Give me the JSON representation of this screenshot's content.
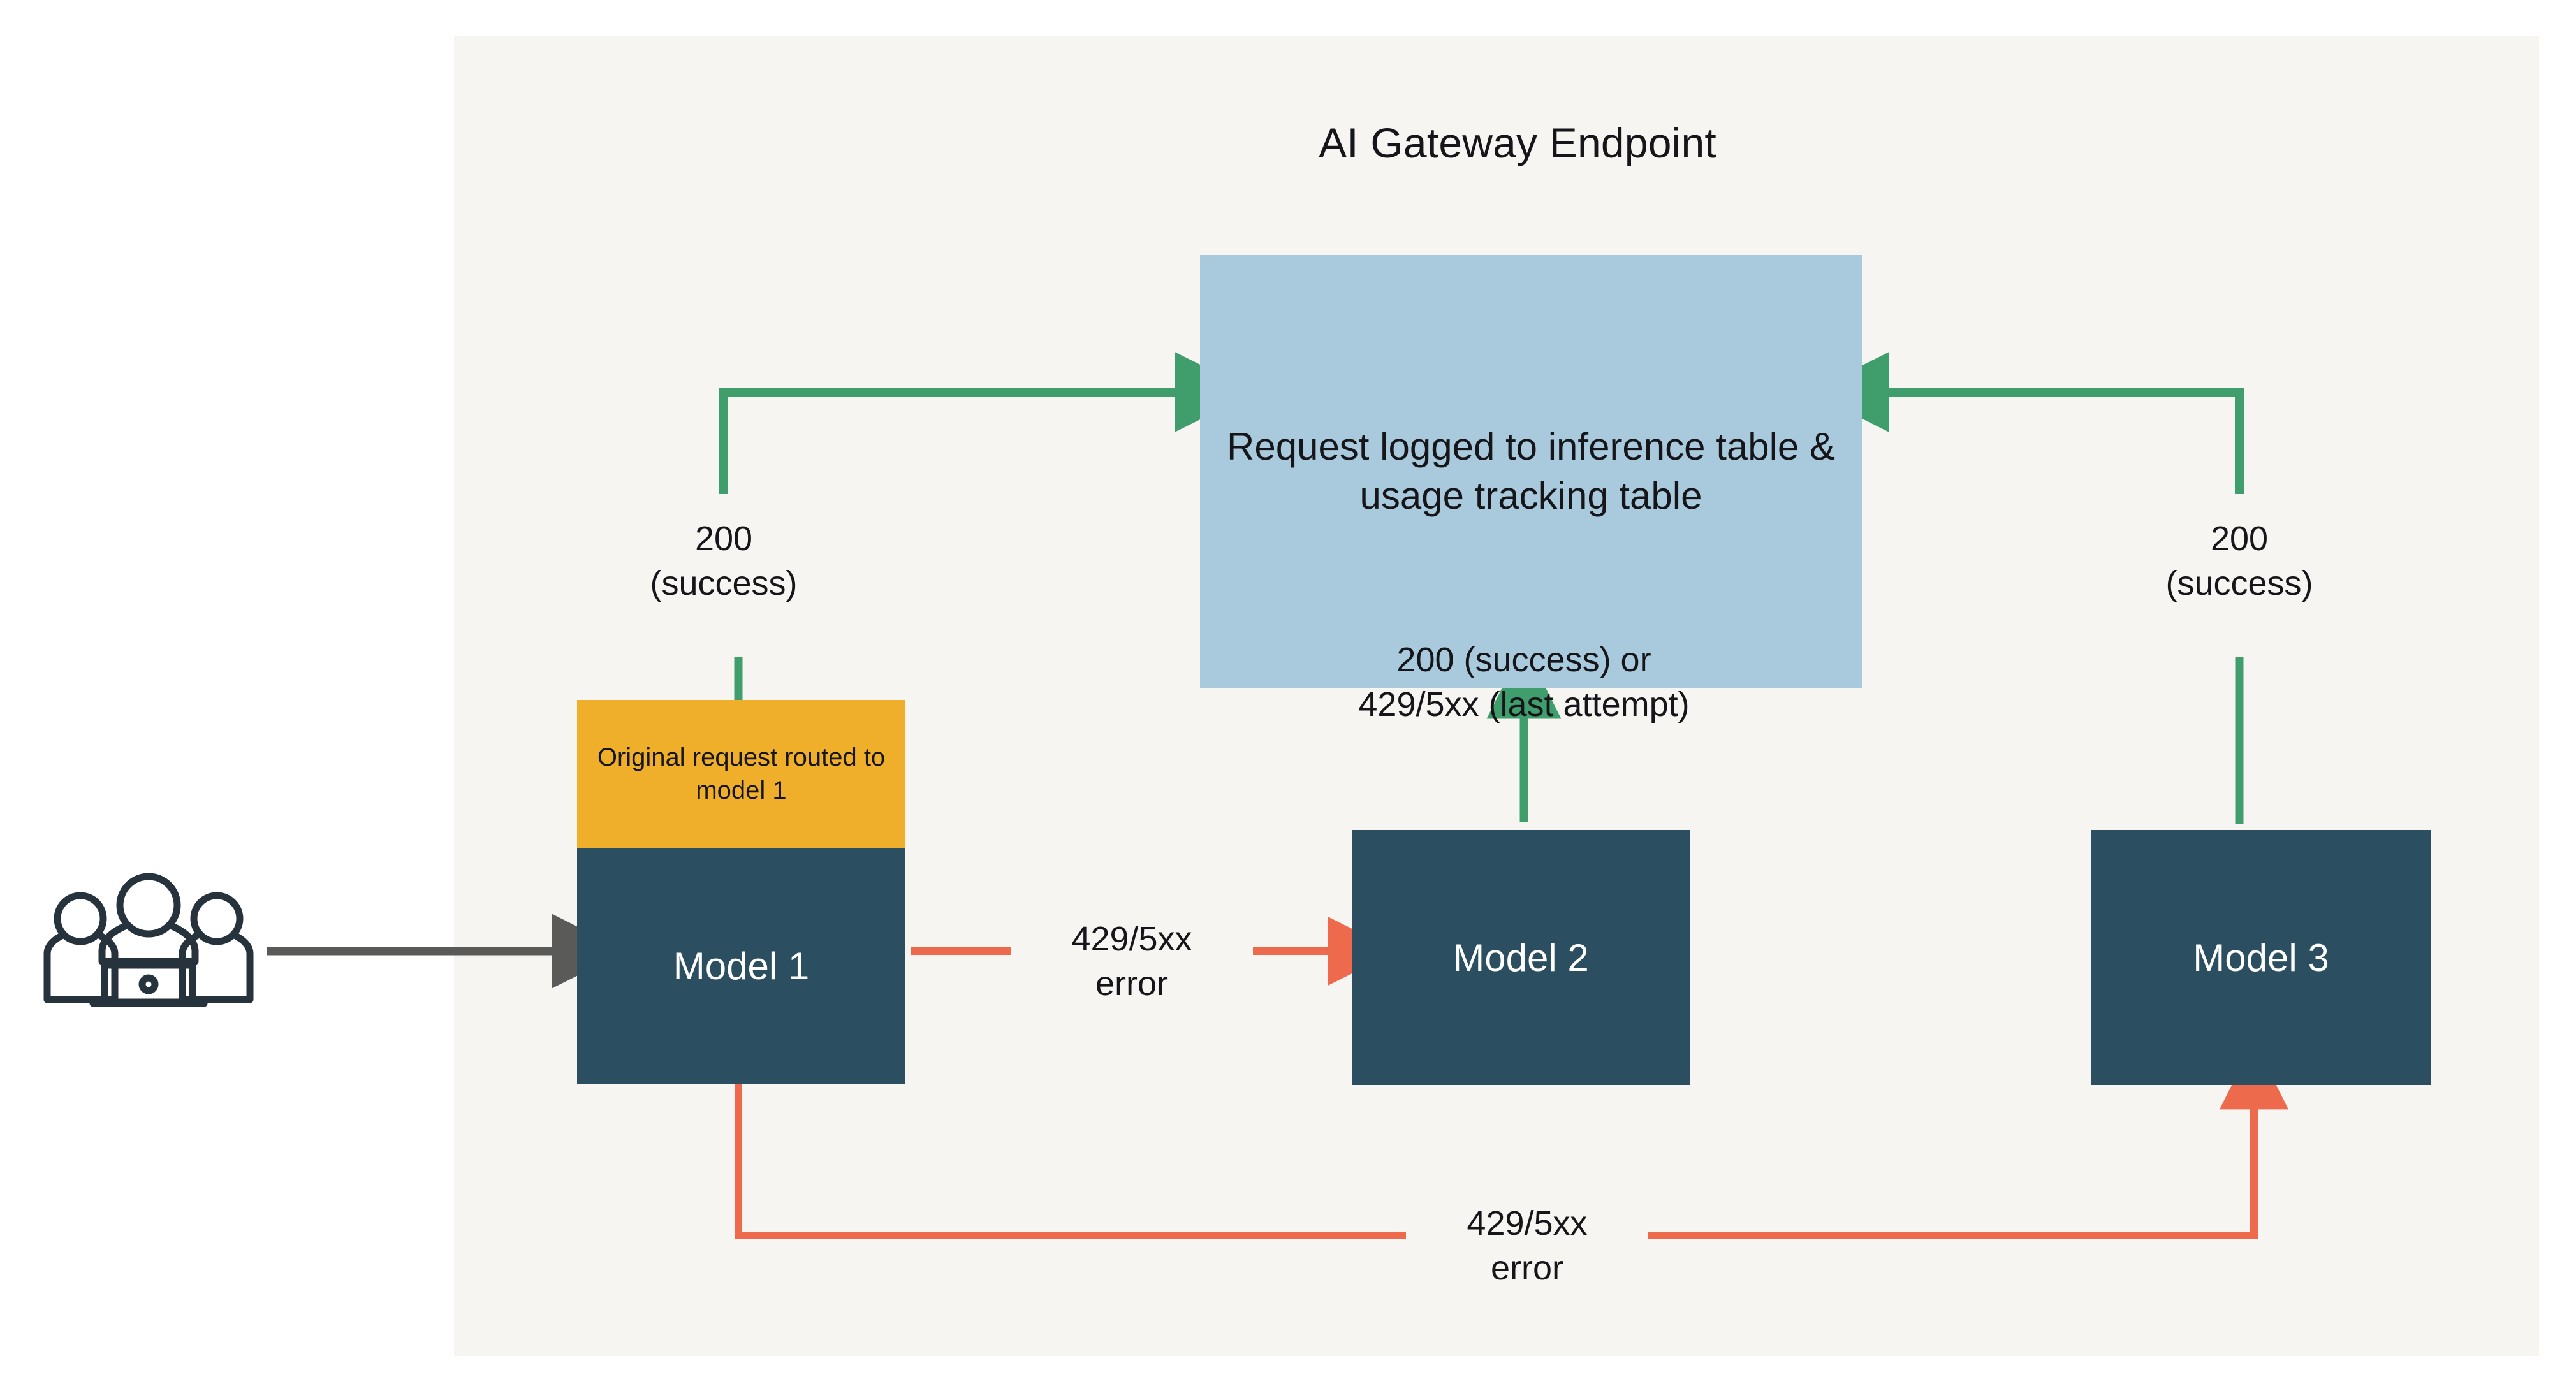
{
  "diagram": {
    "title": "AI Gateway Endpoint",
    "canvas": {
      "background": "#ffffff",
      "panel_background": "#F7F5F1"
    },
    "colors": {
      "panel": "#F7F5F1",
      "log_box": "#A8CADC",
      "model_box": "#2B4F60",
      "model_box_text": "#ffffff",
      "highlight_header": "#F0AF2B",
      "success_arrow": "#3F9E6B",
      "error_arrow": "#EE6A4D",
      "request_arrow": "#5A5A58",
      "text": "#16161a"
    },
    "nodes": {
      "users": {
        "icon": "users-with-laptop-icon"
      },
      "log_box": {
        "label": "Request logged to inference table & usage tracking table"
      },
      "model_1": {
        "label": "Model 1",
        "header_label": "Original request routed to model 1"
      },
      "model_2": {
        "label": "Model 2"
      },
      "model_3": {
        "label": "Model 3"
      }
    },
    "edge_labels": {
      "model1_success": "200\n(success)",
      "model3_success": "200\n(success)",
      "model2_outcome": "200 (success) or\n429/5xx (last attempt)",
      "model1_to_model2_error": "429/5xx\nerror",
      "model1_to_model3_error": "429/5xx\nerror"
    }
  },
  "chart_data": {
    "type": "diagram",
    "title": "AI Gateway Endpoint",
    "nodes": [
      {
        "id": "users",
        "label": "",
        "kind": "icon",
        "icon": "users-with-laptop-icon"
      },
      {
        "id": "log_box",
        "label": "Request logged to inference table & usage tracking table",
        "kind": "process",
        "color": "#A8CADC"
      },
      {
        "id": "model_1",
        "label": "Model 1",
        "kind": "model",
        "color": "#2B4F60",
        "header": "Original request routed to model 1",
        "header_color": "#F0AF2B"
      },
      {
        "id": "model_2",
        "label": "Model 2",
        "kind": "model",
        "color": "#2B4F60"
      },
      {
        "id": "model_3",
        "label": "Model 3",
        "kind": "model",
        "color": "#2B4F60"
      }
    ],
    "edges": [
      {
        "from": "users",
        "to": "model_1",
        "label": "",
        "color": "#5A5A58",
        "kind": "request"
      },
      {
        "from": "model_1",
        "to": "log_box",
        "label": "200 (success)",
        "color": "#3F9E6B",
        "kind": "success"
      },
      {
        "from": "model_1",
        "to": "model_2",
        "label": "429/5xx error",
        "color": "#EE6A4D",
        "kind": "error"
      },
      {
        "from": "model_2",
        "to": "log_box",
        "label": "200 (success) or 429/5xx (last attempt)",
        "color": "#3F9E6B",
        "kind": "outcome"
      },
      {
        "from": "model_1",
        "to": "model_3",
        "label": "429/5xx error",
        "color": "#EE6A4D",
        "kind": "error"
      },
      {
        "from": "model_3",
        "to": "log_box",
        "label": "200 (success)",
        "color": "#3F9E6B",
        "kind": "success"
      }
    ]
  }
}
